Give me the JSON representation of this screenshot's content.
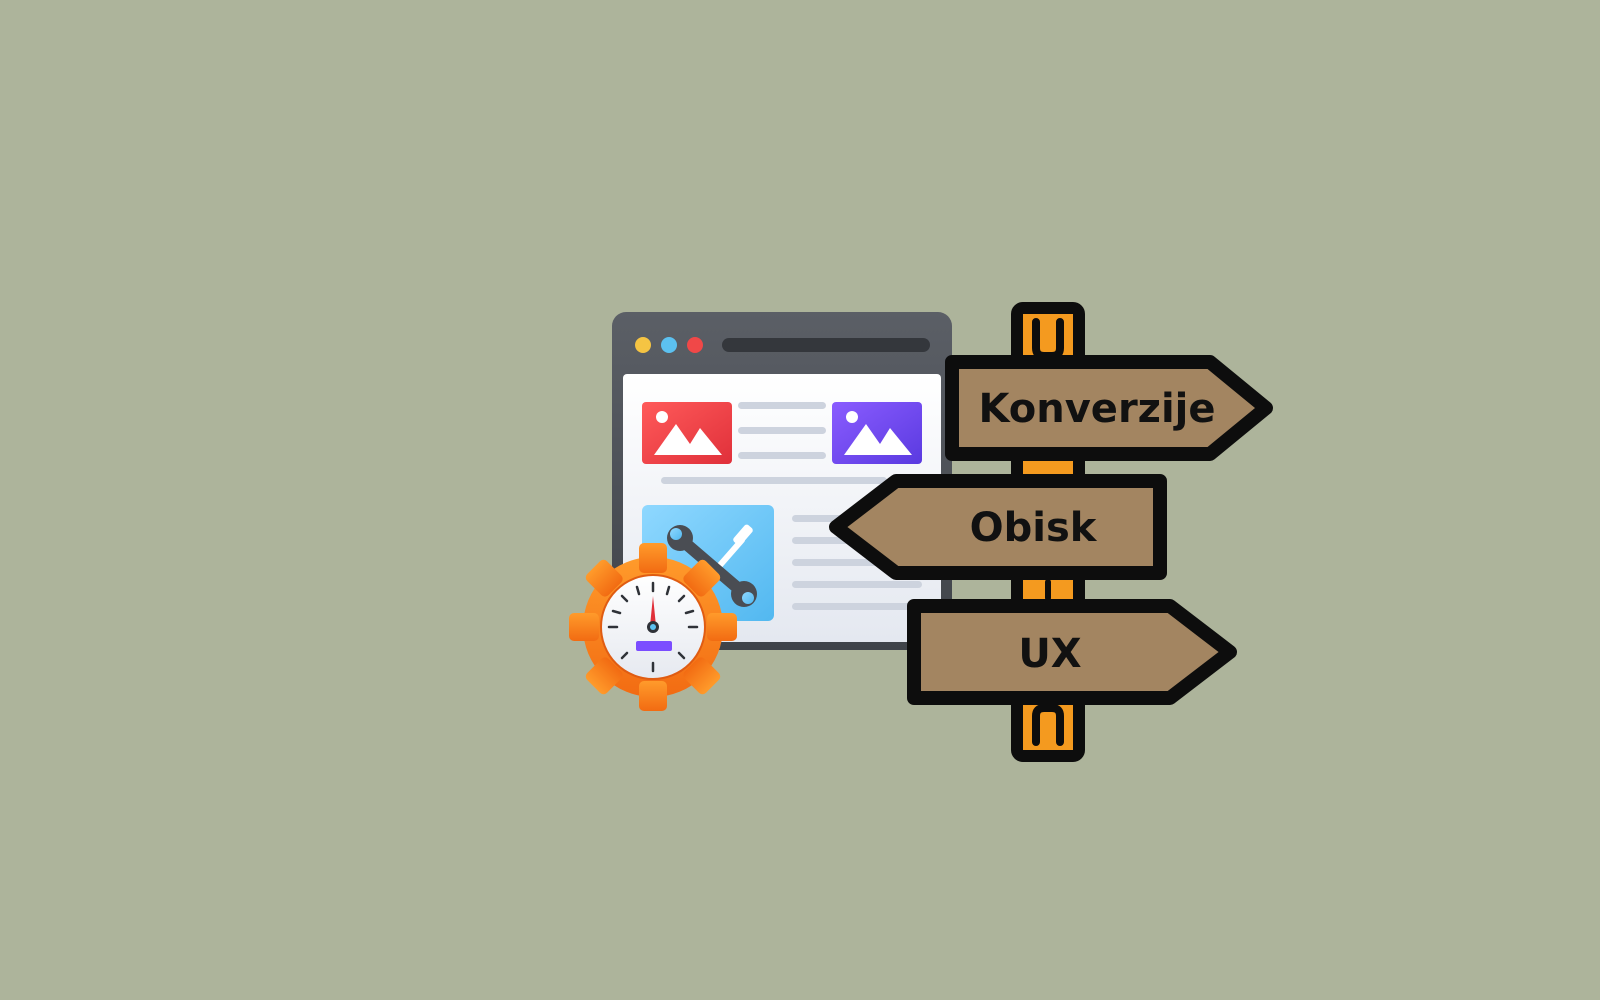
{
  "background_color": "#adb49b",
  "illustration": {
    "browser_window": {
      "icons": [
        "image-icon",
        "image-icon",
        "wrench-screwdriver-icon"
      ],
      "traffic_light_colors": [
        "#f5c443",
        "#5cc1f0",
        "#f04848"
      ]
    },
    "gauge": {
      "icon": "speedometer-gear-icon",
      "accent": "#f7841f"
    },
    "signpost": {
      "post_color": "#f49a1f",
      "sign_color": "#a38561",
      "signs": [
        {
          "label": "Konverzije",
          "direction": "right"
        },
        {
          "label": "Obisk",
          "direction": "left"
        },
        {
          "label": "UX",
          "direction": "right"
        }
      ]
    }
  }
}
